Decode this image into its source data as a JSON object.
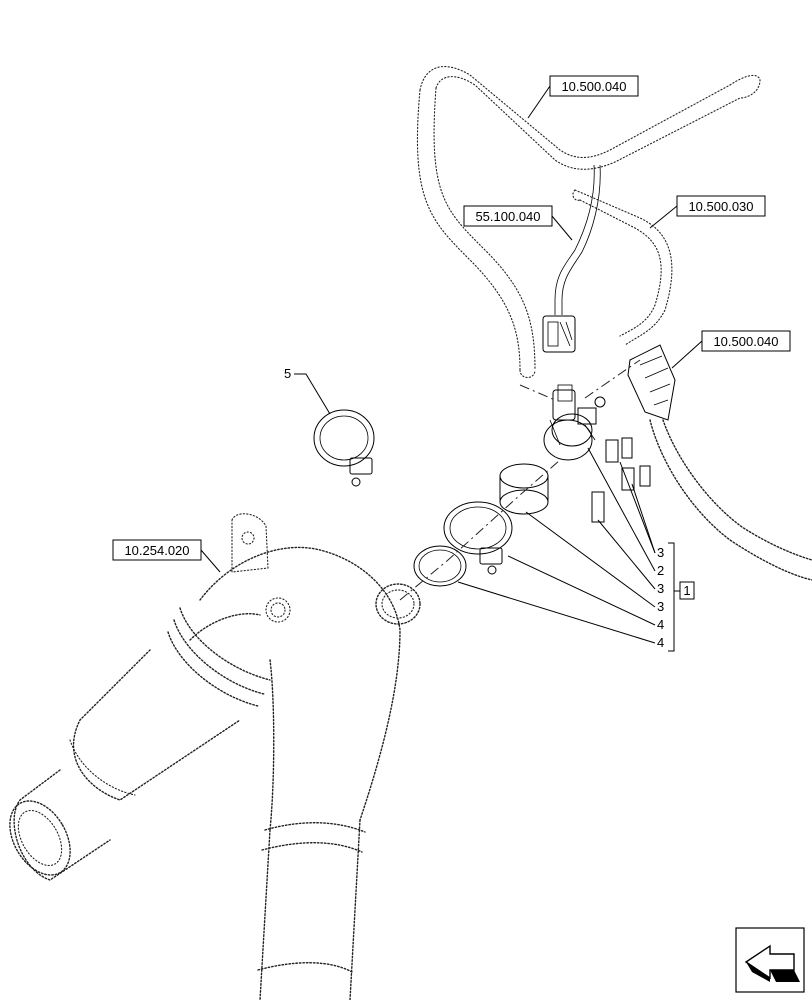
{
  "references": {
    "top_harness": "10.500.040",
    "sensor_harness": "55.100.040",
    "right_harness": "10.500.030",
    "right_connector": "10.500.040",
    "exhaust": "10.254.020"
  },
  "callouts": {
    "clamp_standalone": "5",
    "kit": "1",
    "items": [
      "3",
      "2",
      "3",
      "3",
      "4",
      "4"
    ]
  },
  "icons": {
    "nav": "next-page-arrow-icon"
  }
}
